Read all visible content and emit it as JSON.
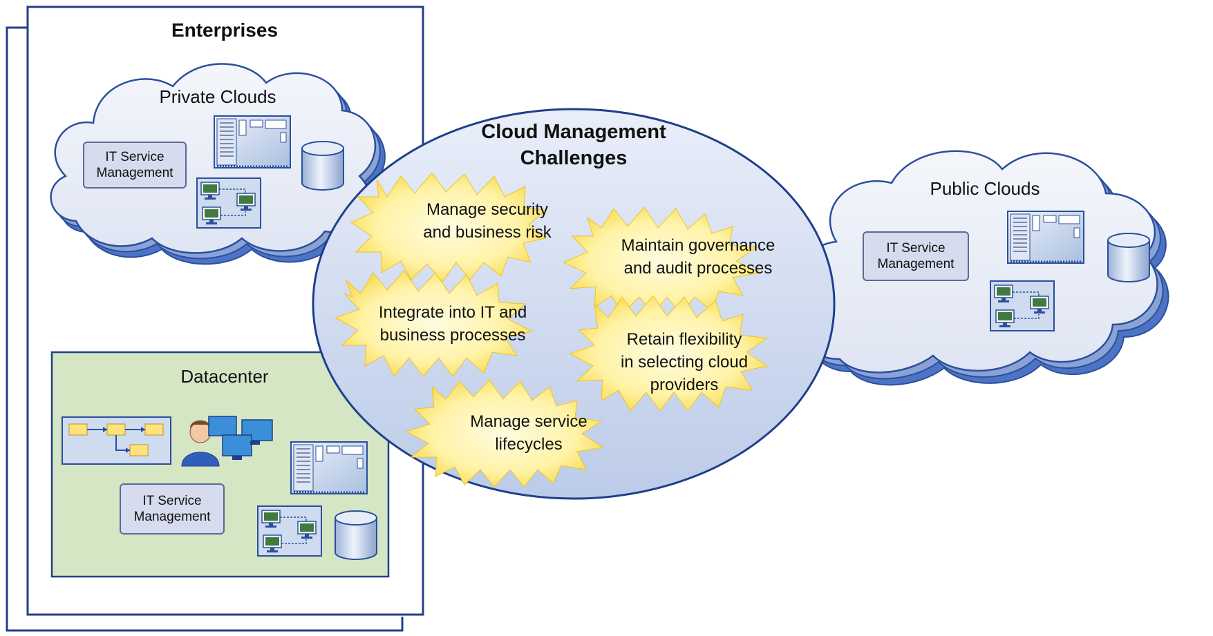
{
  "enterprises": {
    "title": "Enterprises",
    "private_clouds": {
      "title": "Private Clouds",
      "itsm": [
        "IT Service",
        "Management"
      ],
      "icons": [
        "server-icon",
        "database-icon",
        "network-icon"
      ]
    },
    "datacenter": {
      "title": "Datacenter",
      "itsm": [
        "IT Service",
        "Management"
      ],
      "icons": [
        "workflow-icon",
        "operator-icon",
        "monitors-icon",
        "server-icon",
        "network-icon",
        "database-icon"
      ]
    }
  },
  "challenges": {
    "title": [
      "Cloud Management",
      "Challenges"
    ],
    "items": [
      {
        "lines": [
          "Manage security",
          "and business risk"
        ]
      },
      {
        "lines": [
          "Maintain governance",
          "and audit processes"
        ]
      },
      {
        "lines": [
          "Integrate into IT and",
          "business processes"
        ]
      },
      {
        "lines": [
          "Retain flexibility",
          "in selecting cloud",
          "providers"
        ]
      },
      {
        "lines": [
          "Manage service",
          "lifecycles"
        ]
      }
    ]
  },
  "public_clouds": {
    "title": "Public Clouds",
    "itsm": [
      "IT Service",
      "Management"
    ],
    "icons": [
      "server-icon",
      "database-icon",
      "network-icon"
    ]
  },
  "colors": {
    "frame": "#1f3f8a",
    "cloud_fill": "#e8edf8",
    "cloud_shadow": "#4d73c4",
    "datacenter_fill": "#d5e6c5",
    "star_fill": "#fff09a",
    "ellipse_fill": "#c9d6ee"
  }
}
